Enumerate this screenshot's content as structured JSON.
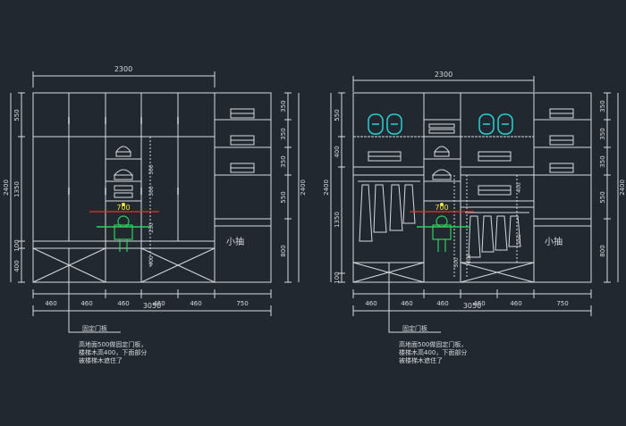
{
  "colors": {
    "background": "#212830",
    "line": "#d6dade",
    "dim": "#c9cdd2",
    "accent_red": "#e0342c",
    "accent_green": "#2bd25a",
    "accent_cyan": "#28d2d2",
    "accent_yellow": "#f2e640"
  },
  "drawings": [
    {
      "id": "left",
      "total_width": "2300",
      "overall_width": "3050",
      "overall_height": "2400",
      "column_widths": [
        "460",
        "460",
        "460",
        "460",
        "460",
        "750"
      ],
      "left_heights": [
        "550",
        "1350",
        "100",
        "400"
      ],
      "right_heights": [
        "350",
        "350",
        "350",
        "550",
        "800"
      ],
      "inner_dims": [
        "300",
        "300",
        "250",
        "400"
      ],
      "span_label": "700",
      "drawer_label": "小抽",
      "note_title": "固定门板",
      "note_lines": [
        "高地面500做固定门板，",
        "楼梯木高400，下面部分",
        "被楼梯木遮住了"
      ]
    },
    {
      "id": "right",
      "total_width": "2300",
      "overall_width": "3050",
      "overall_height": "2400",
      "column_widths": [
        "460",
        "460",
        "460",
        "460",
        "460",
        "750"
      ],
      "left_heights": [
        "550",
        "400",
        "1350",
        "100"
      ],
      "right_heights": [
        "350",
        "350",
        "350",
        "550",
        "800"
      ],
      "inner_dims": [
        "400",
        "950",
        "500",
        "400"
      ],
      "span_label": "700",
      "drawer_label": "小抽",
      "note_title": "固定门板",
      "note_lines": [
        "高地面500做固定门板，",
        "楼梯木高400，下面部分",
        "被楼梯木遮住了"
      ]
    }
  ]
}
